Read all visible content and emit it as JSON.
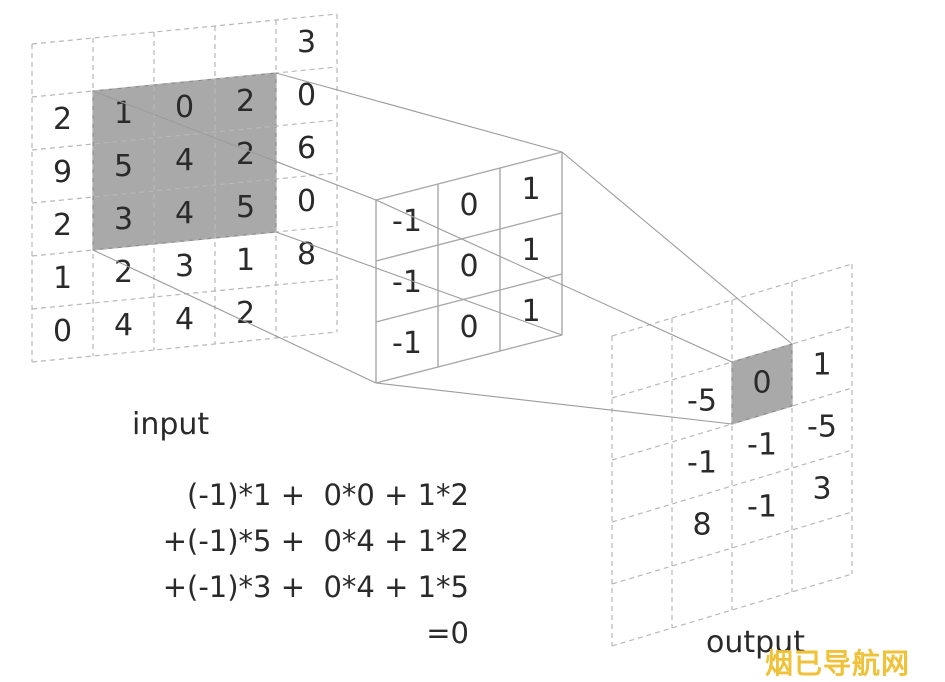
{
  "input": {
    "label": "input",
    "grid": [
      [
        "",
        "",
        "",
        "",
        "3"
      ],
      [
        "2",
        "1",
        "0",
        "2",
        "0"
      ],
      [
        "9",
        "5",
        "4",
        "2",
        "6"
      ],
      [
        "2",
        "3",
        "4",
        "5",
        "0"
      ],
      [
        "1",
        "2",
        "3",
        "1",
        "8"
      ],
      [
        "0",
        "4",
        "4",
        "2",
        ""
      ]
    ],
    "highlight": {
      "rows": [
        1,
        3
      ],
      "cols": [
        1,
        3
      ]
    }
  },
  "kernel": {
    "grid": [
      [
        "-1",
        "0",
        "1"
      ],
      [
        "-1",
        "0",
        "1"
      ],
      [
        "-1",
        "0",
        "1"
      ]
    ]
  },
  "output": {
    "label": "output",
    "grid": [
      [
        "",
        "",
        "",
        ""
      ],
      [
        "",
        "-5",
        "0",
        "1"
      ],
      [
        "",
        "-1",
        "-1",
        "-5"
      ],
      [
        "",
        "8",
        "-1",
        "3"
      ],
      [
        "",
        "",
        "",
        ""
      ]
    ],
    "highlight": {
      "row": 1,
      "col": 2
    }
  },
  "formula": {
    "lines": [
      "(-1)*1 +  0*0 + 1*2",
      "+(-1)*5 +  0*4 + 1*2",
      "+(-1)*3 +  0*4 + 1*5",
      "=0"
    ]
  },
  "watermark": "烟已导航网",
  "colors": {
    "highlight": "#a9a9a9",
    "grid": "#b8b8b8",
    "text": "#2a2a2a",
    "watermark": "#f0c23a"
  }
}
